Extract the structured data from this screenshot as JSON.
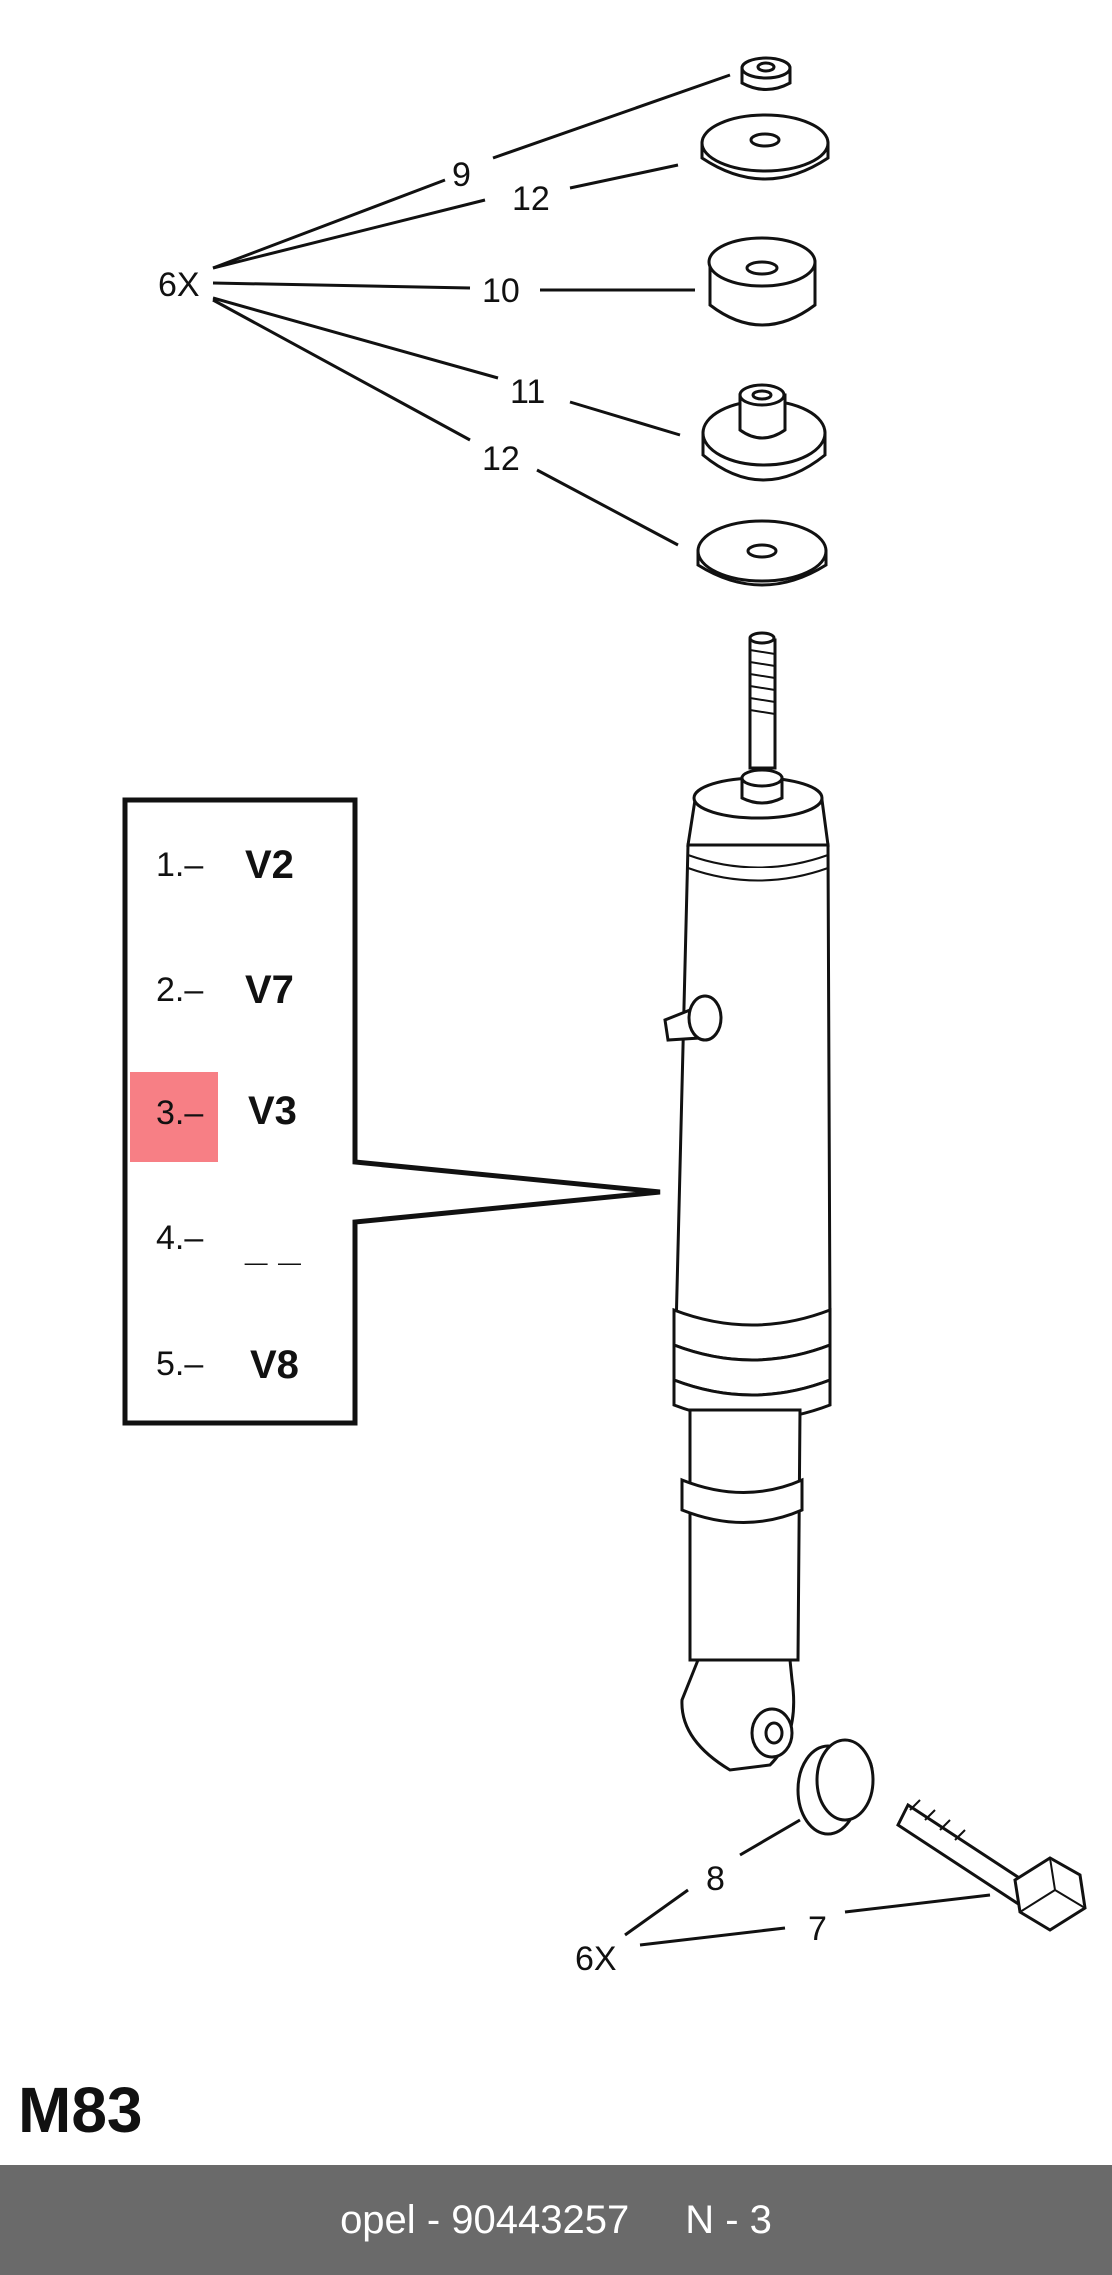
{
  "diagram": {
    "multiplier_top": "6X",
    "multiplier_bottom": "6X",
    "callouts": {
      "nut": "9",
      "washer_top": "12",
      "bushing_top": "10",
      "bushing_lower": "11",
      "washer_lower": "12",
      "washer_bottom": "8",
      "bolt": "7"
    },
    "legend": {
      "items": [
        {
          "num": "1.–",
          "code": "V2"
        },
        {
          "num": "2.–",
          "code": "V7"
        },
        {
          "num": "3.–",
          "code": "V3"
        },
        {
          "num": "4.–",
          "code": "_ _"
        },
        {
          "num": "5.–",
          "code": "V8"
        }
      ],
      "highlight_index": 2,
      "highlight_color": "#f77f85"
    },
    "code": "M83"
  },
  "footer": {
    "brand": "opel",
    "separator": "-",
    "part_number": "90443257",
    "page": "N - 3",
    "bar_color": "#6a6a6a"
  }
}
